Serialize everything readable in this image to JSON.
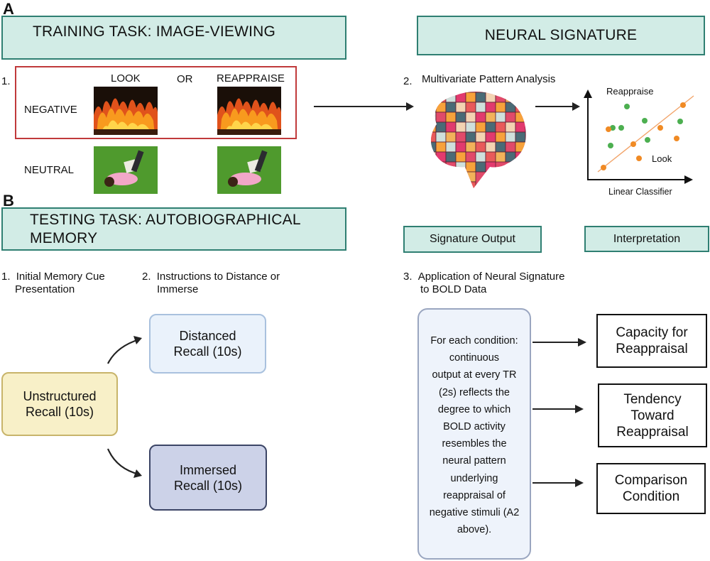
{
  "panel_a": {
    "letter": "A",
    "training_title": "TRAINING TASK: IMAGE-VIEWING",
    "signature_title": "NEURAL SIGNATURE",
    "step1_num": "1.",
    "col_look": "LOOK",
    "col_or": "OR",
    "col_reappraise": "REAPPRAISE",
    "row_negative": "NEGATIVE",
    "row_neutral": "NEUTRAL",
    "step2_num": "2.",
    "step2_label": "Multivariate Pattern Analysis",
    "classifier": {
      "label_reappraise": "Reappraise",
      "label_look": "Look",
      "caption": "Linear Classifier",
      "color_reappraise": "#4caf50",
      "color_look": "#f08a24"
    }
  },
  "panel_b": {
    "letter": "B",
    "testing_title_line1": "TESTING TASK: AUTOBIOGRAPHICAL",
    "testing_title_line2": "MEMORY",
    "signature_output": "Signature Output",
    "interpretation": "Interpretation",
    "step1_num": "1.",
    "step1_line1": "Initial Memory Cue",
    "step1_line2": "Presentation",
    "step2_num": "2.",
    "step2_line1": "Instructions to Distance or",
    "step2_line2": "Immerse",
    "step3_num": "3.",
    "step3_line1": "Application of Neural Signature",
    "step3_line2": "to BOLD Data",
    "unstructured_line1": "Unstructured",
    "unstructured_line2": "Recall (10s)",
    "distanced_line1": "Distanced",
    "distanced_line2": "Recall (10s)",
    "immersed_line1": "Immersed",
    "immersed_line2": "Recall (10s)",
    "signature_text": [
      "For each condition:",
      "continuous",
      "output at every TR",
      "(2s) reflects the",
      "degree to which",
      "BOLD activity",
      "resembles the",
      "neural pattern",
      "underlying",
      "reappraisal of",
      "negative stimuli (A2",
      "above)."
    ],
    "outcome_capacity_line1": "Capacity for",
    "outcome_capacity_line2": "Reappraisal",
    "outcome_tendency_line1": "Tendency",
    "outcome_tendency_line2": "Toward",
    "outcome_tendency_line3": "Reappraisal",
    "outcome_comparison_line1": "Comparison",
    "outcome_comparison_line2": "Condition"
  },
  "colors": {
    "teal_fill": "#d2ece6",
    "teal_border": "#2f7f72",
    "negative_frame": "#c0393b",
    "unstructured_fill": "#f8f0c8",
    "distanced_fill": "#eaf2fb",
    "immersed_fill": "#ccd2e8"
  }
}
